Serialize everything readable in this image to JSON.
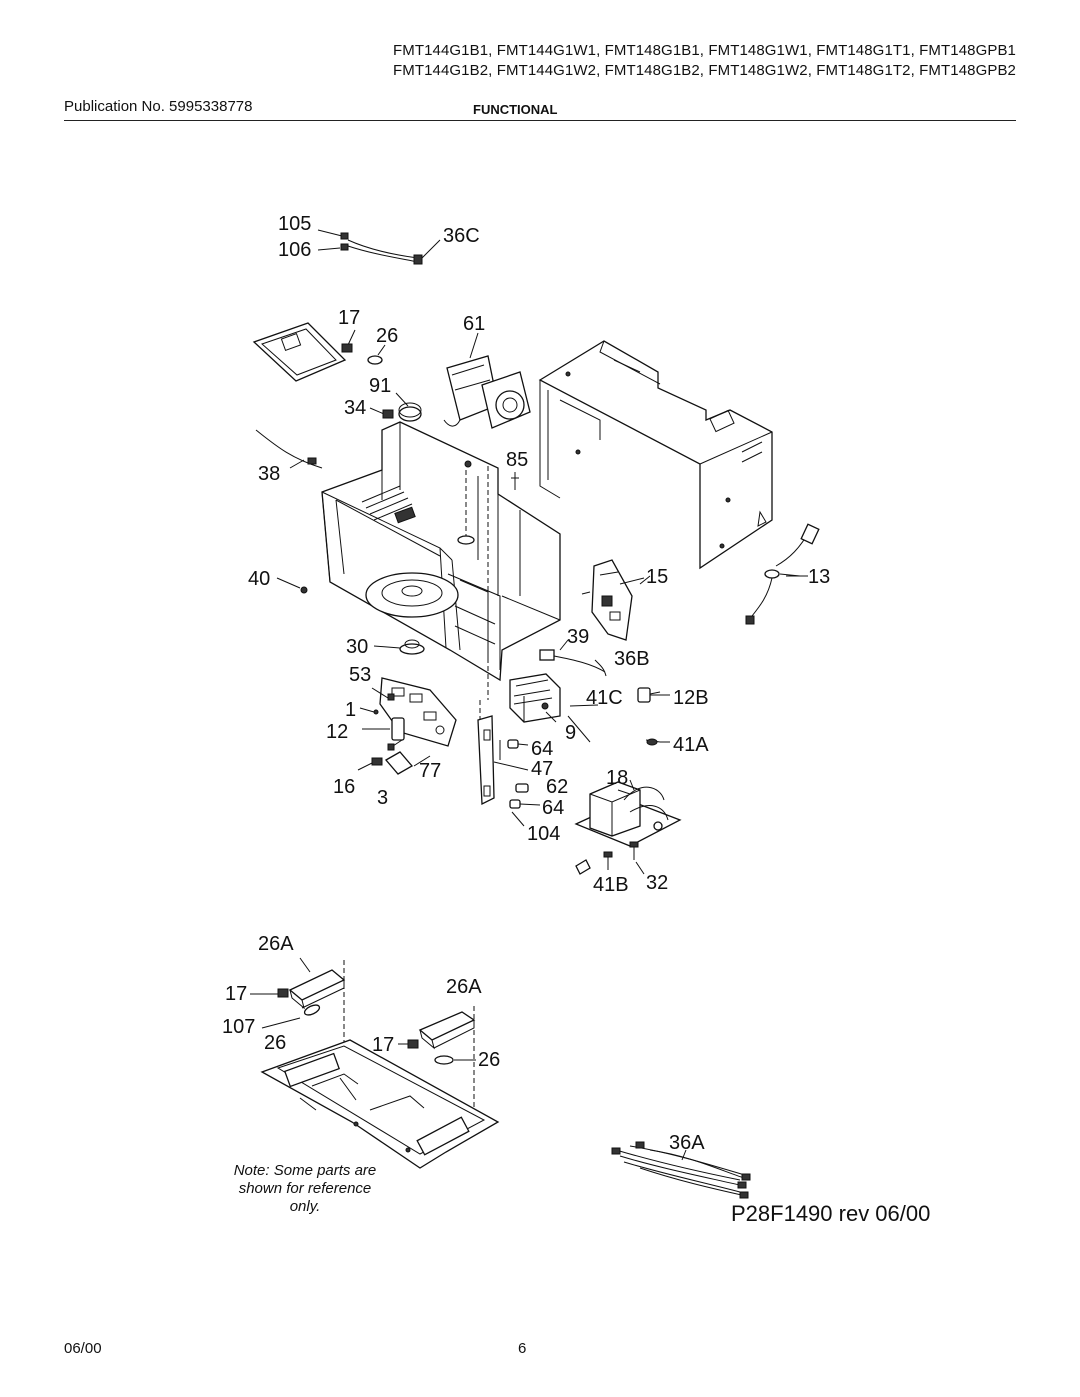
{
  "header": {
    "models_line1": "FMT144G1B1, FMT144G1W1, FMT148G1B1, FMT148G1W1, FMT148G1T1, FMT148GPB1",
    "models_line2": "FMT144G1B2, FMT144G1W2, FMT148G1B2, FMT148G1W2, FMT148G1T2, FMT148GPB2",
    "publication": "Publication No. 5995338778",
    "section": "FUNCTIONAL"
  },
  "callouts": {
    "c105": "105",
    "c106": "106",
    "c36C": "36C",
    "c17a": "17",
    "c26a": "26",
    "c61": "61",
    "c91": "91",
    "c34": "34",
    "c38": "38",
    "c85": "85",
    "c40": "40",
    "c15": "15",
    "c13": "13",
    "c30": "30",
    "c39": "39",
    "c36B": "36B",
    "c53": "53",
    "c1": "1",
    "c41C": "41C",
    "c12B": "12B",
    "c12": "12",
    "c9": "9",
    "c64a": "64",
    "c41A": "41A",
    "c77": "77",
    "c47": "47",
    "c16": "16",
    "c3": "3",
    "c62": "62",
    "c18": "18",
    "c64b": "64",
    "c104": "104",
    "c41B": "41B",
    "c32": "32",
    "c26A_a": "26A",
    "c17b": "17",
    "c26A_b": "26A",
    "c107": "107",
    "c26b": "26",
    "c17c": "17",
    "c26c": "26",
    "c36A": "36A"
  },
  "note": {
    "line1": "Note: Some parts are",
    "line2": "shown for reference",
    "line3": "only."
  },
  "revision": "P28F1490 rev 06/00",
  "footer": {
    "date": "06/00",
    "page": "6"
  }
}
